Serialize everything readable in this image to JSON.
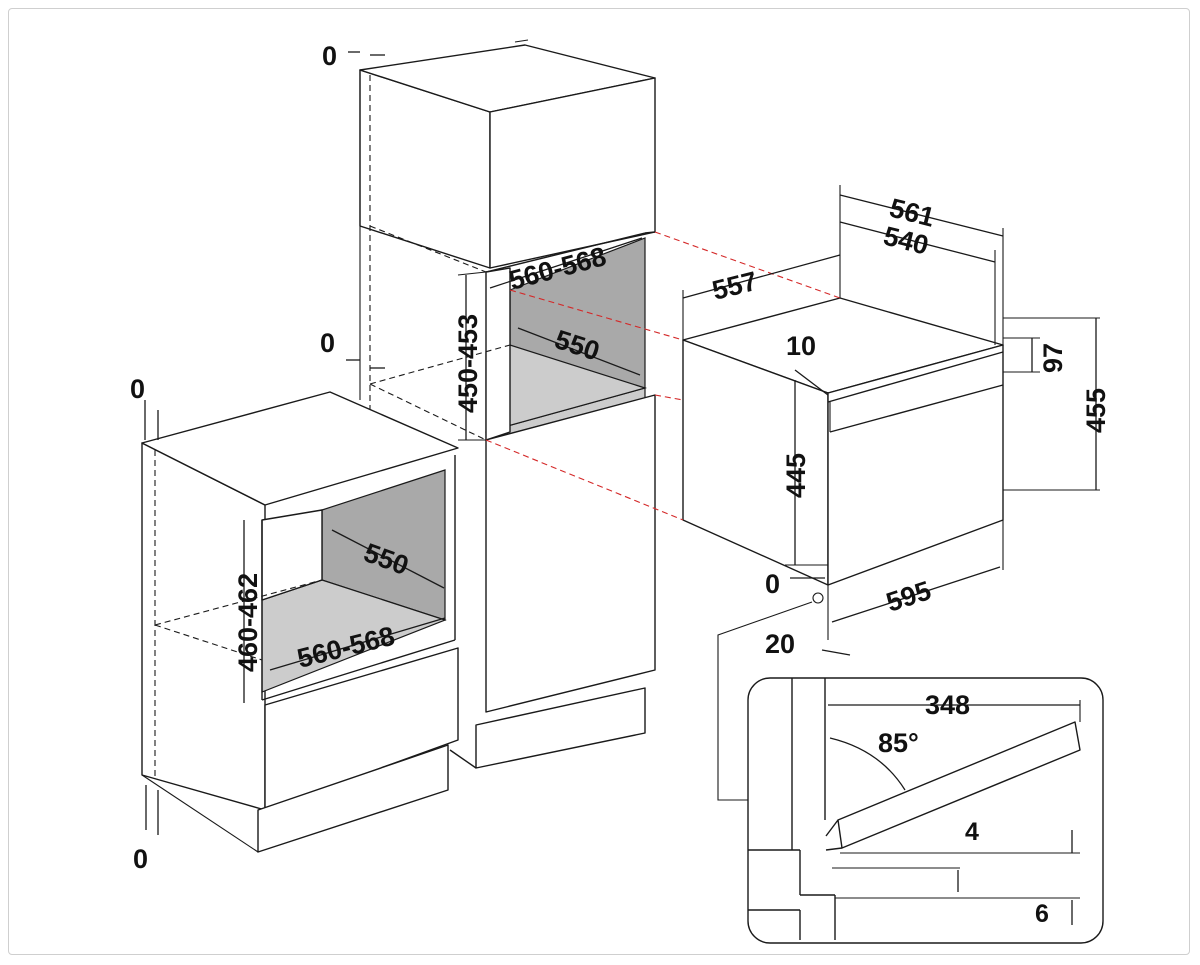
{
  "colors": {
    "line": "#1a1a1a",
    "niche_back": "#a9a9a9",
    "niche_floor": "#cccccc",
    "alignment_dash": "#d42828",
    "frame": "#cfcfcf"
  },
  "dimensions": {
    "tall_cabinet_top_gap": "0",
    "tall_cabinet_mid_gap": "0",
    "tall_niche_width": "560-568",
    "tall_niche_depth": "550",
    "tall_niche_height": "450-453",
    "base_cabinet_top_gap": "0",
    "base_cabinet_bottom_gap": "0",
    "base_niche_depth": "550",
    "base_niche_width": "560-568",
    "base_niche_height": "460-462",
    "oven_total_width": "561",
    "oven_body_width": "540",
    "oven_depth": "557",
    "oven_offset": "10",
    "oven_panel_height": "97",
    "oven_total_height": "455",
    "oven_body_height": "445",
    "oven_bottom_gap": "0",
    "oven_front_width": "595",
    "oven_front_depth": "20"
  },
  "detail": {
    "door_length": "348",
    "door_angle": "85°",
    "upper_gap": "4",
    "lower_gap": "6"
  }
}
